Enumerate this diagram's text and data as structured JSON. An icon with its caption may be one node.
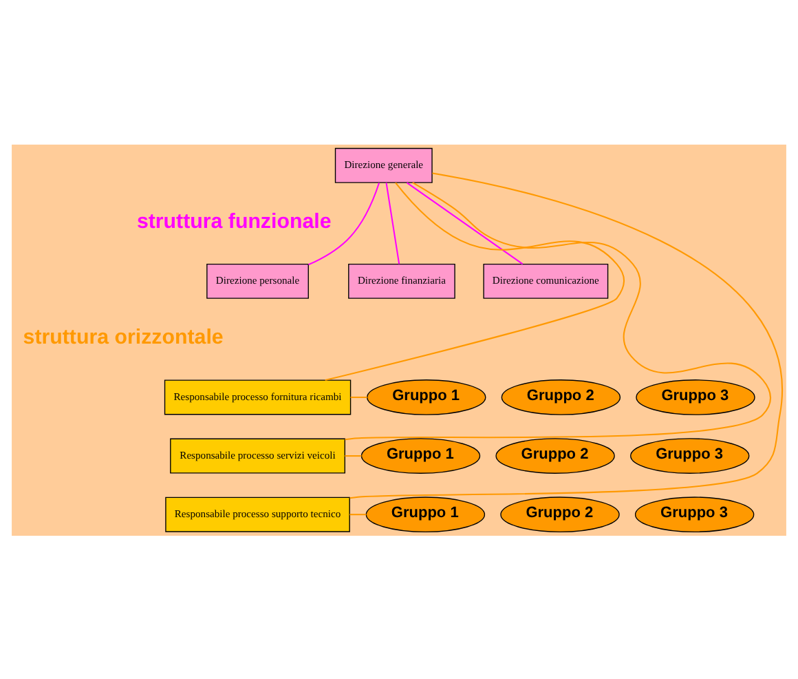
{
  "diagram": {
    "nodes": [
      {
        "text": [
          "Direzione generale"
        ]
      },
      {
        "text": [
          "Direzione personale"
        ]
      },
      {
        "text": [
          "Direzione finanziaria"
        ]
      },
      {
        "text": [
          "Direzione comunicazione"
        ]
      },
      {
        "text": [
          "Responsabile processo fornitura ricambi"
        ]
      },
      {
        "text": [
          "Gruppo 1"
        ]
      },
      {
        "text": [
          "Gruppo 2"
        ]
      },
      {
        "text": [
          "Gruppo 3"
        ]
      },
      {
        "text": [
          "Responsabile processo servizi veicoli"
        ]
      },
      {
        "text": [
          "Gruppo 1"
        ]
      },
      {
        "text": [
          "Gruppo 2"
        ]
      },
      {
        "text": [
          "Gruppo 3"
        ]
      },
      {
        "text": [
          "Responsabile processo supporto tecnico"
        ]
      },
      {
        "text": [
          "Gruppo 1"
        ]
      },
      {
        "text": [
          "Gruppo 2"
        ]
      },
      {
        "text": [
          "Gruppo 3"
        ]
      }
    ],
    "edges": [
      {
        "from": 0,
        "to": 1,
        "arrow": "none",
        "color": "#ff00ff"
      },
      {
        "from": 0,
        "to": 2,
        "arrow": "none",
        "color": "#ff00ff"
      },
      {
        "from": 0,
        "to": 3,
        "arrow": "none",
        "color": "#ff00ff"
      },
      {
        "from": 0,
        "to": 4,
        "arrow": "none"
      },
      {
        "from": 0,
        "to": 8,
        "arrow": "none"
      },
      {
        "from": 0,
        "to": 12,
        "arrow": "none"
      },
      {
        "from": 4,
        "to": 5,
        "arrow": "none"
      },
      {
        "from": 8,
        "to": 9,
        "arrow": "none"
      },
      {
        "from": 12,
        "to": 13,
        "arrow": "none"
      }
    ],
    "labels": [
      "struttura funzionale",
      "struttura orizzontale"
    ]
  }
}
